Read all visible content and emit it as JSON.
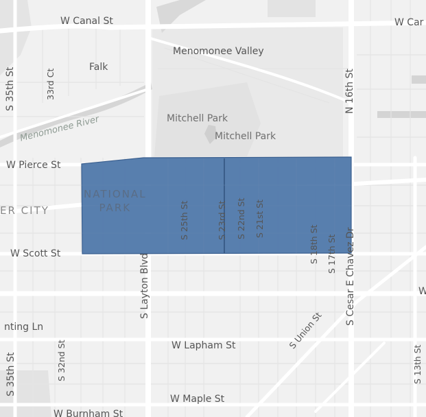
{
  "map": {
    "streets": {
      "w_canal": "W Canal St",
      "w_canal_east": "W Car",
      "menomonee_valley": "Menomonee Valley",
      "falk": "Falk",
      "s_35th_top": "S 35th St",
      "33rd_ct": "33rd Ct",
      "n_16th": "N 16th St",
      "w_pierce": "W Pierce St",
      "w_scott": "W Scott St",
      "s_layton": "S Layton Blvd",
      "s_25th": "S 25th St",
      "s_23rd": "S 23rd St",
      "s_22nd": "S 22nd St",
      "s_21st": "S 21st St",
      "s_18th": "S 18th St",
      "s_17th": "S 17th St",
      "s_cesar": "S Cesar E Chavez Dr",
      "s_union": "S Union St",
      "hunting_ln": "nting Ln",
      "s_32nd": "S 32nd St",
      "s_35th_bottom": "S 35th St",
      "w_lapham": "W Lapham St",
      "s_13th": "S 13th St",
      "w_maple": "W Maple St",
      "w_burnham": "W Burnham St",
      "w_right_edge": "W"
    },
    "places": {
      "mitchell_park_label": "Mitchell Park",
      "mitchell_park_poi": "Mitchell Park",
      "national_park": "NATIONAL\nPARK",
      "ter_city": "ER CITY"
    },
    "water": {
      "menomonee_river": "Menomonee River"
    },
    "highlight": {
      "fill": "#4f78aa",
      "stroke": "#3a5f8f"
    },
    "colors": {
      "background": "#f1f1f1",
      "road_major": "#ffffff",
      "block_line": "#e6e6e6",
      "park": "#dddddd",
      "water": "#d3d3d3",
      "building": "#d6d6d6"
    }
  }
}
